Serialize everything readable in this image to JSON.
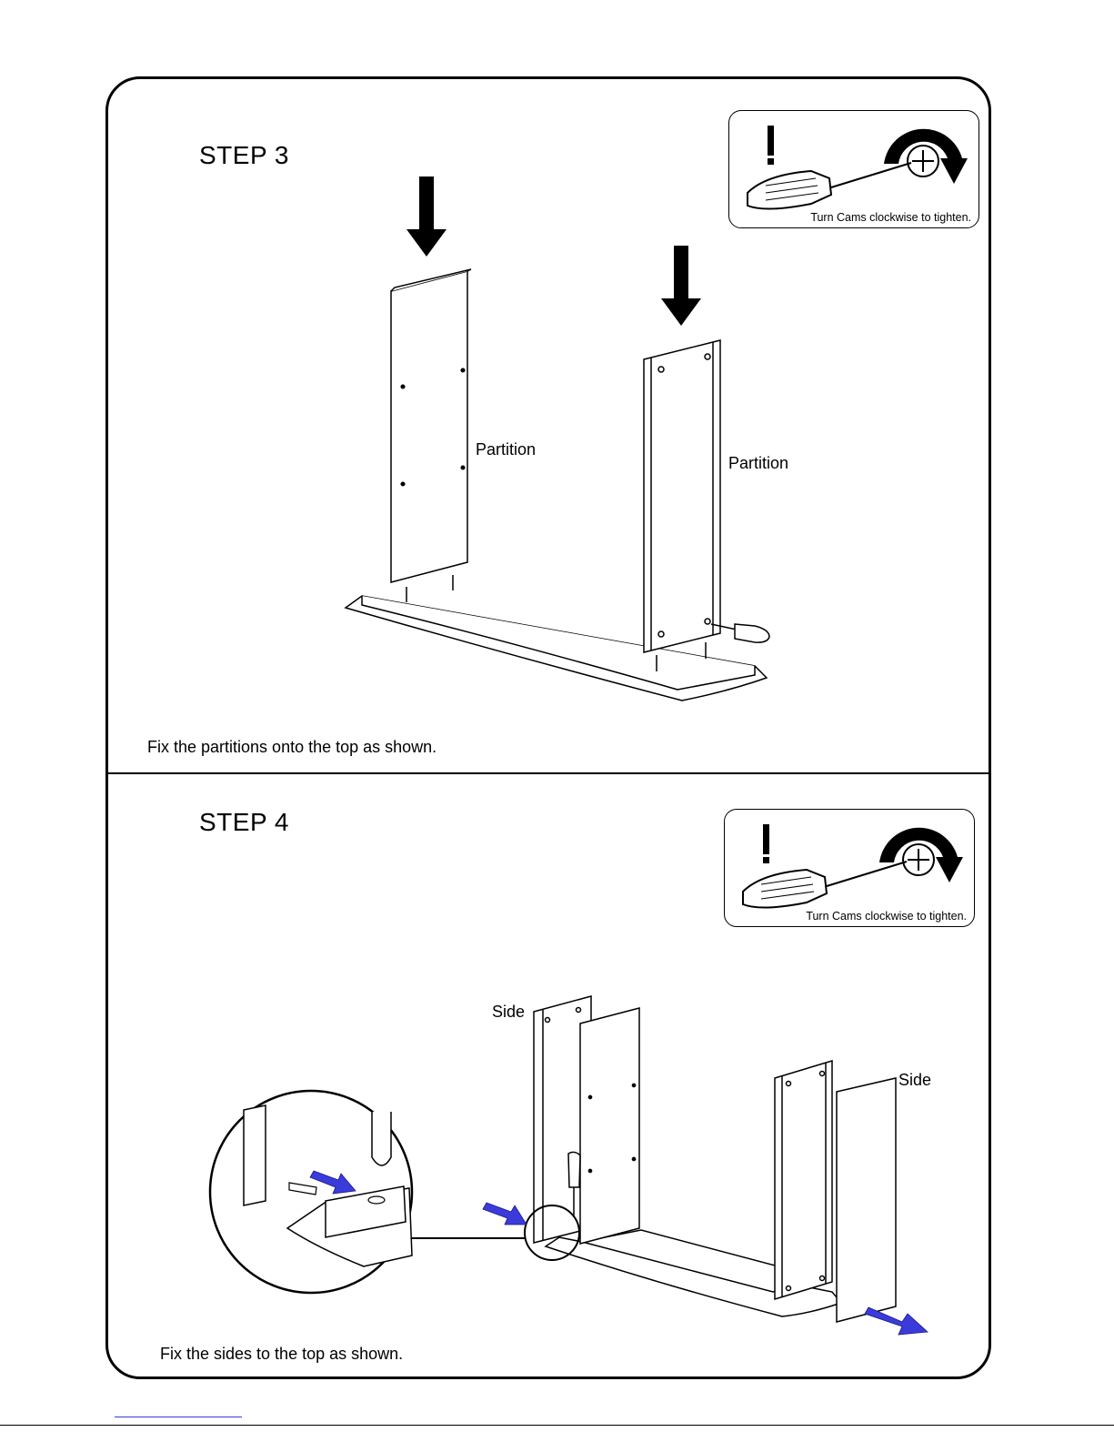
{
  "step3": {
    "title": "STEP 3",
    "caption": "Fix the partitions onto the top as shown.",
    "label_left": "Partition",
    "label_right": "Partition",
    "notice_text": "Turn Cams clockwise to tighten."
  },
  "step4": {
    "title": "STEP 4",
    "caption": "Fix the sides to the top as shown.",
    "label_left": "Side",
    "label_right": "Side",
    "notice_text": "Turn Cams clockwise to tighten."
  },
  "icons": [
    "exclamation-icon",
    "screwdriver-icon",
    "cam-lock-icon",
    "clockwise-arrow-icon",
    "down-arrow-icon",
    "blue-arrow-icon"
  ],
  "colors": {
    "line": "#000000",
    "accent_arrow": "#3b3bdc"
  }
}
